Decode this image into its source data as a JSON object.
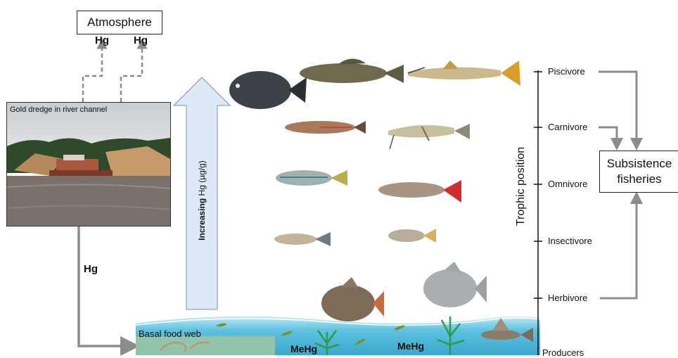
{
  "atmosphere": {
    "label": "Atmosphere"
  },
  "hg_labels": {
    "left": "Hg",
    "right": "Hg",
    "channel": "Hg"
  },
  "photo": {
    "caption": "Gold dredge in river channel"
  },
  "increase_arrow": {
    "bold": "Increasing",
    "rest": " Hg (µg/g)"
  },
  "trophic": {
    "axis_label": "Trophic position",
    "levels": [
      "Piscivore",
      "Carnivore",
      "Omnivore",
      "Insectivore",
      "Herbivore",
      "Producers"
    ]
  },
  "subsistence": {
    "label": "Subsistence\nfisheries"
  },
  "water": {
    "basal_label": "Basal food web",
    "mehg_left": "MeHg",
    "mehg_right": "MeHg"
  },
  "colors": {
    "arrow_fill": "#dde9f7",
    "water": "#5ec3e0",
    "connector": "#8c8c8c"
  }
}
